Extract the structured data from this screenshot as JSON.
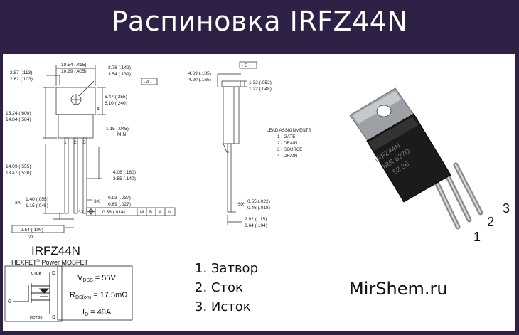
{
  "title": "Распиновка IRFZ44N",
  "drawing": {
    "dims": {
      "d_287": "2.87 (.113)",
      "d_262": "2.62 (.103)",
      "d_1054": "10.54 (.415)",
      "d_1029": "10.29 (.405)",
      "d_378": "3.78 (.149)",
      "d_354": "3.54 (.139)",
      "d_647": "6.47 (.255)",
      "d_610": "6.10 (.240)",
      "d_1524": "15.24 (.600)",
      "d_1484": "14.84 (.584)",
      "d_115min": "1.15 (.045)",
      "min": "MIN",
      "d_1409": "14.09 (.555)",
      "d_1347": "13.47 (.530)",
      "d_406": "4.06 (.160)",
      "d_355": "3.55 (.140)",
      "d_140": "1.40 (.055)",
      "d_115": "1.15 (.045)",
      "d_093": "0.93 (.037)",
      "d_069": "0.69 (.027)",
      "d_036": "0.36 (.014)",
      "d_254": "2.54 (.100)",
      "x3a": "3X",
      "x3b": "3X",
      "x3c": "3X",
      "x2": "2X",
      "d_469": "4.69 (.185)",
      "d_420": "4.20 (.165)",
      "d_132": "1.32 (.052)",
      "d_122": "1.22 (.048)",
      "d_055": "0.55 (.022)",
      "d_046": "0.46 (.018)",
      "d_292": "2.92 (.115)",
      "d_264": "2.64 (.104)"
    },
    "refs": {
      "a_box": "- A -",
      "b_box": "- B -",
      "m1": "M",
      "b1": "B",
      "a1": "A",
      "m2": "M"
    },
    "pin_nums": {
      "p1": "1",
      "p2": "2",
      "p3": "3",
      "p4": "4"
    },
    "lead_assign": {
      "title": "LEAD ASSIGNMENTS",
      "items": [
        "1 - GATE",
        "2 - DRAIN",
        "3 - SOURCE",
        "4 - DRAIN"
      ]
    }
  },
  "spec": {
    "part": "IRFZ44N",
    "family_pre": "HEXFET",
    "family_reg": "®",
    "family_post": " Power MOSFET",
    "vdss_sym": "V",
    "vdss_sub": "DSS",
    "vdss_val": " = 55V",
    "rds_sym": "R",
    "rds_sub": "DS(on)",
    "rds_val": " = 17.5mΩ",
    "id_sym": "I",
    "id_sub": "D",
    "id_val": " = 49A",
    "sym_drain": "сток",
    "sym_source": "исток",
    "sym_d": "D",
    "sym_g": "G",
    "sym_s": "S"
  },
  "photo_pins": [
    "1",
    "2",
    "3"
  ],
  "pin_list": [
    "1. Затвор",
    "2. Сток",
    "3. Исток"
  ],
  "brand": "MirShem.ru",
  "colors": {
    "title_bg": "#2e2145",
    "title_text": "#ffffff",
    "panel_bg": "#ffffff"
  }
}
